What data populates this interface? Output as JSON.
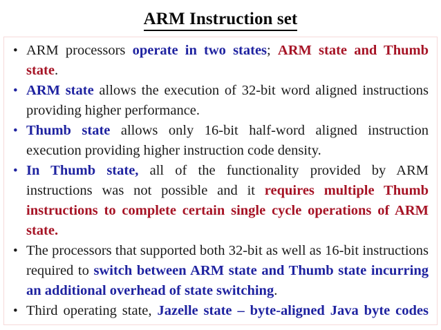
{
  "slide": {
    "title": "ARM Instruction set",
    "colors": {
      "blue": "#1f23a0",
      "red": "#a61426",
      "black": "#1a1a1a",
      "box_border": "#f6d9d9",
      "background": "#ffffff"
    },
    "bullets": [
      {
        "bullet_color": "black",
        "runs": [
          {
            "text": "ARM processors ",
            "style": "black"
          },
          {
            "text": "operate in two states",
            "style": "blue-bold"
          },
          {
            "text": "; ",
            "style": "black"
          },
          {
            "text": "ARM state and Thumb state",
            "style": "red-bold"
          },
          {
            "text": ".",
            "style": "black"
          }
        ],
        "plain": "ARM processors operate in two states; ARM state and Thumb state."
      },
      {
        "bullet_color": "blue",
        "runs": [
          {
            "text": "ARM state",
            "style": "blue-bold"
          },
          {
            "text": " allows the execution of 32-bit word aligned instructions providing higher performance.",
            "style": "black"
          }
        ],
        "plain": "ARM state allows the execution of 32-bit word aligned instructions providing higher performance."
      },
      {
        "bullet_color": "blue",
        "runs": [
          {
            "text": "Thumb state",
            "style": "blue-bold"
          },
          {
            "text": " allows only 16-bit half-word aligned instruction execution providing higher instruction code density.",
            "style": "black"
          }
        ],
        "plain": "Thumb state allows only 16-bit half-word aligned instruction execution providing higher instruction code density."
      },
      {
        "bullet_color": "blue",
        "runs": [
          {
            "text": "In Thumb state,",
            "style": "blue-bold"
          },
          {
            "text": " all of the functionality provided by ARM instructions was not possible and it ",
            "style": "black"
          },
          {
            "text": "requires multiple Thumb instructions to complete certain single cycle operations of ARM state.",
            "style": "red-bold"
          }
        ],
        "plain": "In Thumb state, all of the functionality provided by ARM instructions was not possible and it requires multiple Thumb instructions to complete certain single cycle operations of ARM state."
      },
      {
        "bullet_color": "black",
        "runs": [
          {
            "text": "The processors that supported both 32-bit as well as 16-bit instructions required to ",
            "style": "black"
          },
          {
            "text": "switch between ARM state and Thumb state incurring an additional overhead of state switching",
            "style": "blue-bold"
          },
          {
            "text": ".",
            "style": "black"
          }
        ],
        "plain": "The processors that supported both 32-bit as well as 16-bit instructions required to switch between ARM state and Thumb state incurring an additional overhead of state switching."
      },
      {
        "bullet_color": "black",
        "runs": [
          {
            "text": "Third operating state, ",
            "style": "black"
          },
          {
            "text": "Jazelle state – byte-aligned Java byte codes with variable word length.",
            "style": "blue-bold"
          }
        ],
        "plain": "Third operating state, Jazelle state – byte-aligned Java byte codes with variable word length."
      }
    ]
  }
}
